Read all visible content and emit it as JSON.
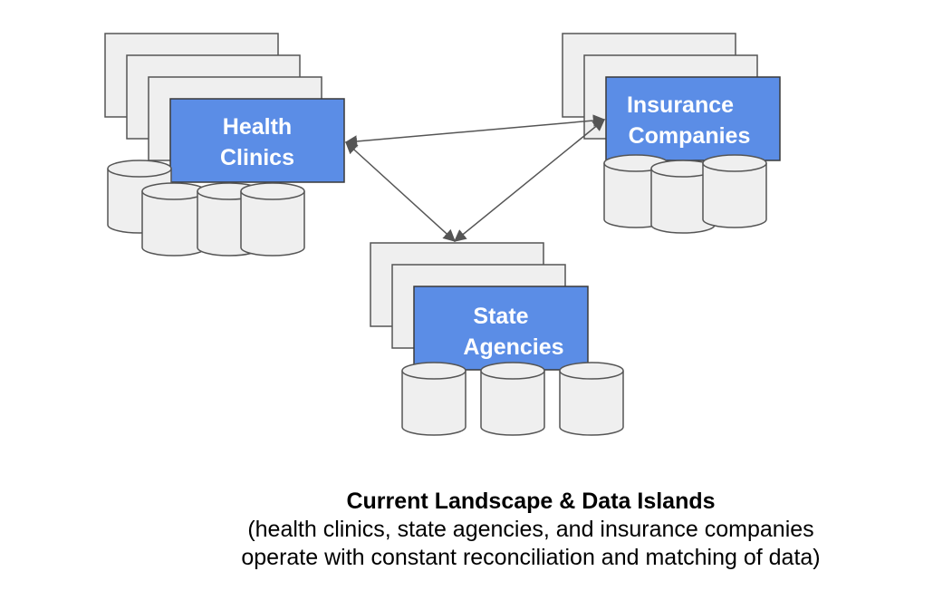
{
  "nodes": {
    "health_clinics": {
      "label_lines": [
        "Health",
        "Clinics"
      ]
    },
    "insurance_companies": {
      "label_lines": [
        "Insurance",
        "Companies"
      ]
    },
    "state_agencies": {
      "label_lines": [
        "State",
        "Agencies"
      ]
    }
  },
  "caption": {
    "title": "Current Landscape & Data Islands",
    "lines": [
      "(health clinics, state agencies, and insurance companies",
      "operate with constant reconciliation and matching of data)"
    ]
  },
  "colors": {
    "entity_fill": "#5b8de6",
    "document_fill": "#efefef",
    "outline": "#555555"
  }
}
